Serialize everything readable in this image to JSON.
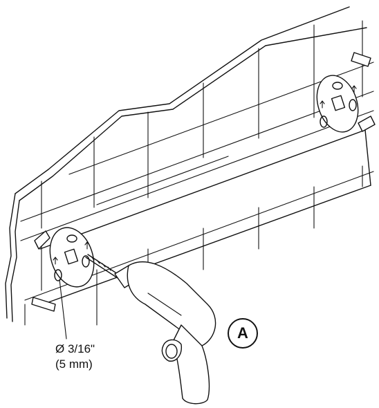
{
  "figure": {
    "step_label": "A",
    "hole_diameter_in": "Ø 3/16\"",
    "hole_diameter_mm": "(5 mm)"
  },
  "icons": {
    "wall": "tiled-wall-icon",
    "plate": "mounting-plate-icon",
    "drill": "power-drill-icon",
    "tape": "tape-strip-icon"
  }
}
